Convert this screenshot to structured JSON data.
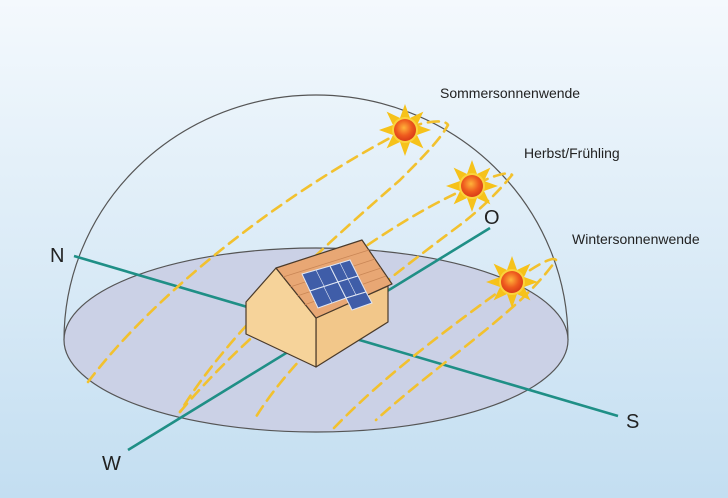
{
  "labels": {
    "summer_solstice": "Sommersonnenwende",
    "equinox": "Herbst/Frühling",
    "winter_solstice": "Wintersonnenwende"
  },
  "directions": {
    "north": "N",
    "east": "O",
    "south": "S",
    "west": "W"
  },
  "colors": {
    "background_top": "#f4f9fd",
    "background_bottom": "#c3def1",
    "dome_outline": "#555555",
    "ground_fill": "#cbd1e6",
    "axis_line": "#1f8f86",
    "sun_path": "#f2c12e",
    "sun_core": "#e8451c",
    "sun_rays": "#f6c21a",
    "house_wall": "#f6d39a",
    "roof": "#e8a774",
    "solar_panel": "#3f5da8"
  },
  "icons": {
    "sun": "sun-icon",
    "house": "house-icon",
    "solar_panel": "solar-panel-icon"
  }
}
